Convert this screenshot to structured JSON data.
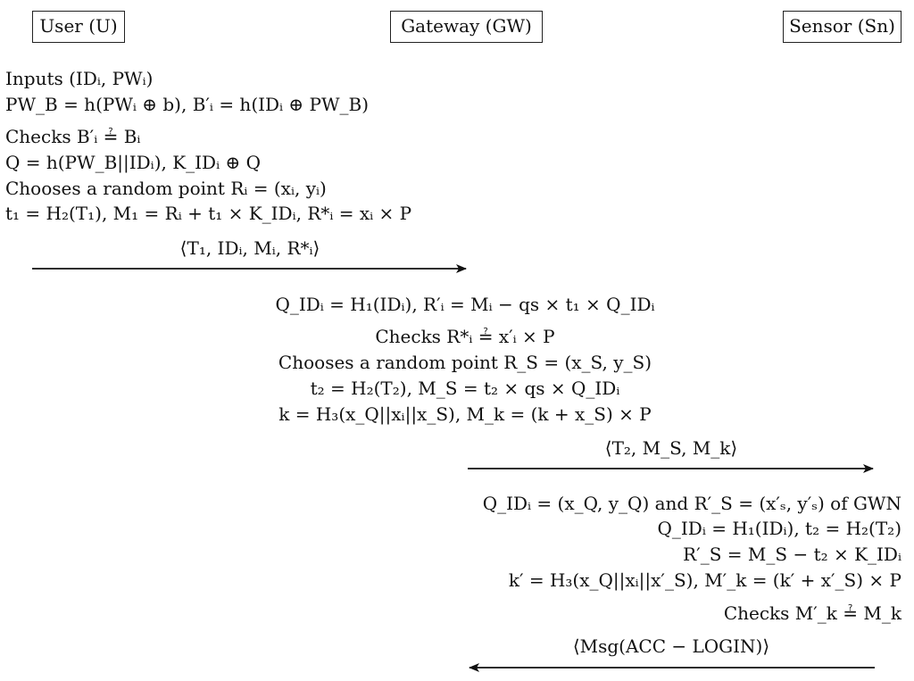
{
  "parties": {
    "user": "User (U)",
    "gateway": "Gateway (GW)",
    "sensor": "Sensor (Sn)"
  },
  "user_steps": [
    "Inputs (IDᵢ, PWᵢ)",
    "PW_B = h(PWᵢ ⊕ b), B′ᵢ = h(IDᵢ ⊕ PW_B)",
    "Checks B′ᵢ ≟ Bᵢ",
    "Q = h(PW_B||IDᵢ), K_IDᵢ ⊕ Q",
    "Chooses a random point Rᵢ = (xᵢ, yᵢ)",
    "t₁ = H₂(T₁), M₁ = Rᵢ + t₁ × K_IDᵢ, R*ᵢ = xᵢ × P"
  ],
  "messages": {
    "m1": "⟨T₁, IDᵢ, Mᵢ, R*ᵢ⟩",
    "m2": "⟨T₂, M_S, M_k⟩",
    "m3": "⟨Msg(ACC − LOGIN)⟩"
  },
  "gateway_steps": [
    "Q_IDᵢ = H₁(IDᵢ), R′ᵢ = Mᵢ − qs × t₁ × Q_IDᵢ",
    "Checks R*ᵢ ≟ x′ᵢ × P",
    "Chooses a random point R_S = (x_S, y_S)",
    "t₂ = H₂(T₂), M_S = t₂ × qs × Q_IDᵢ",
    "k = H₃(x_Q||xᵢ||x_S), M_k = (k + x_S) × P"
  ],
  "sensor_steps": [
    "Q_IDᵢ = (x_Q, y_Q) and R′_S = (x′ₛ, y′ₛ) of GWN",
    "Q_IDᵢ = H₁(IDᵢ), t₂ = H₂(T₂)",
    "R′_S = M_S − t₂ × K_IDᵢ",
    "k′ = H₃(x_Q||xᵢ||x′_S), M′_k = (k′ + x′_S) × P",
    "Checks M′_k ≟ M_k"
  ]
}
